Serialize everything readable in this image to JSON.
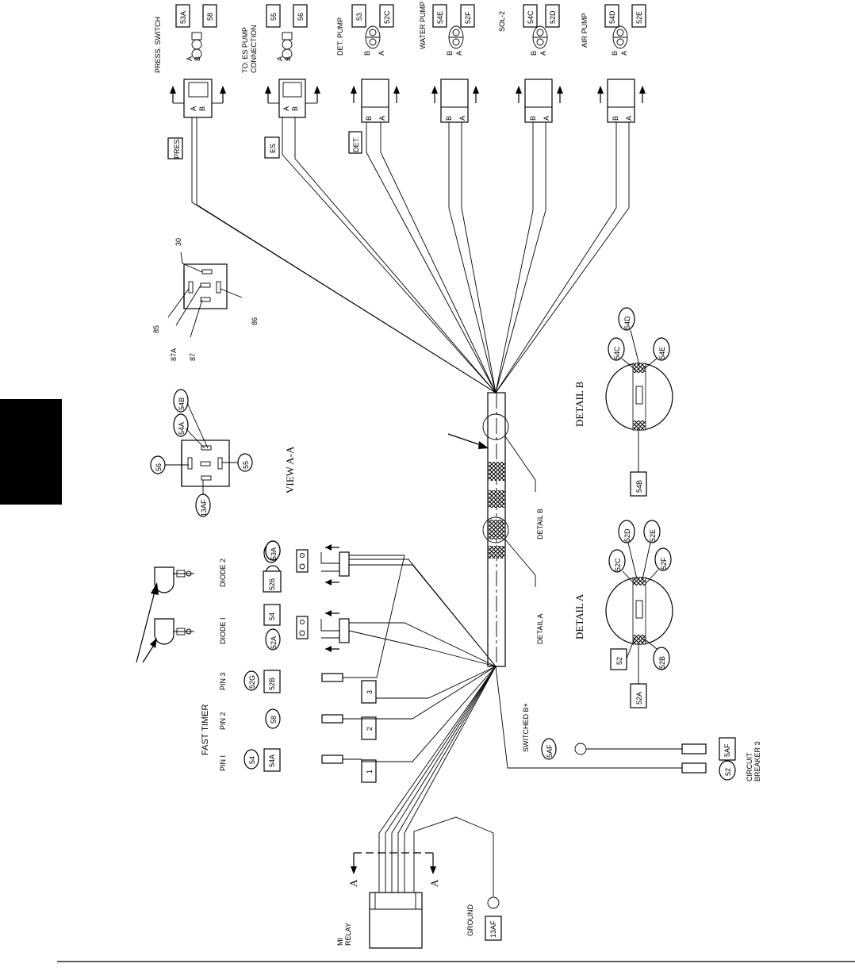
{
  "connectors": {
    "press_switch": "PRESS. SWITCH",
    "es_pump_1": "TO: ES PUMP",
    "es_pump_2": "CONNECTION",
    "det_pump": "DET. PUMP",
    "water_pump": "WATER PUMP",
    "sol2": "SOL-2",
    "air_pump": "AIR PUMP"
  },
  "wire_tags": {
    "t53a": "53A",
    "t58": "58",
    "t55": "55",
    "t56": "56",
    "t53": "53",
    "t52c": "52C",
    "t54e": "54E",
    "t52f": "52F",
    "t54c": "54C",
    "t52d": "52D",
    "t54d": "54D",
    "t52e": "52E"
  },
  "pins": {
    "a": "A",
    "b": "B"
  },
  "plug_labels": {
    "pres": "PRES.",
    "es": "ES",
    "det": "DET."
  },
  "relay_pins": {
    "p30": "30",
    "p85": "85",
    "p87a": "87A",
    "p87": "87",
    "p86": "86"
  },
  "view_aa": {
    "title": "VIEW A-A",
    "w54b": "54B",
    "w54a": "54A",
    "w56": "56",
    "w55": "55",
    "w13af": "13AF"
  },
  "details": {
    "detail_a": "DETAIL A",
    "detail_b": "DETAIL B",
    "a_tags": {
      "w52a": "52A",
      "w52": "52",
      "w52c": "52C",
      "w52d": "52D",
      "w52e": "52E",
      "w52f": "52F",
      "w52b": "52B"
    },
    "b_tags": {
      "w54c": "54C",
      "w54d": "54D",
      "w54e": "54E",
      "w54b": "54B"
    }
  },
  "diodes": {
    "diode1": "DIODE I",
    "diode2": "DIODE 2",
    "w53a": "53A",
    "w53": "53",
    "w526": "526",
    "w54": "54",
    "w52a": "52A"
  },
  "fast_timer": {
    "title": "FAST TIMER",
    "pin1": "PIN I",
    "pin2": "PIN 2",
    "pin3": "PIN 3",
    "w54": "54",
    "w54a": "54A",
    "w58": "58",
    "w52g": "52G",
    "w52b": "52B",
    "n1": "1",
    "n2": "2",
    "n3": "3"
  },
  "power": {
    "switched": "SWITCHED B+",
    "w5af": "5AF",
    "w5af2": "5AF",
    "w52": "52",
    "cb1": "CIRCUIT",
    "cb2": "BREAKER 3"
  },
  "relay": {
    "mi": "MI",
    "relay": "RELAY",
    "ground": "GROUND",
    "w13af": "13AF",
    "section_a": "A"
  }
}
